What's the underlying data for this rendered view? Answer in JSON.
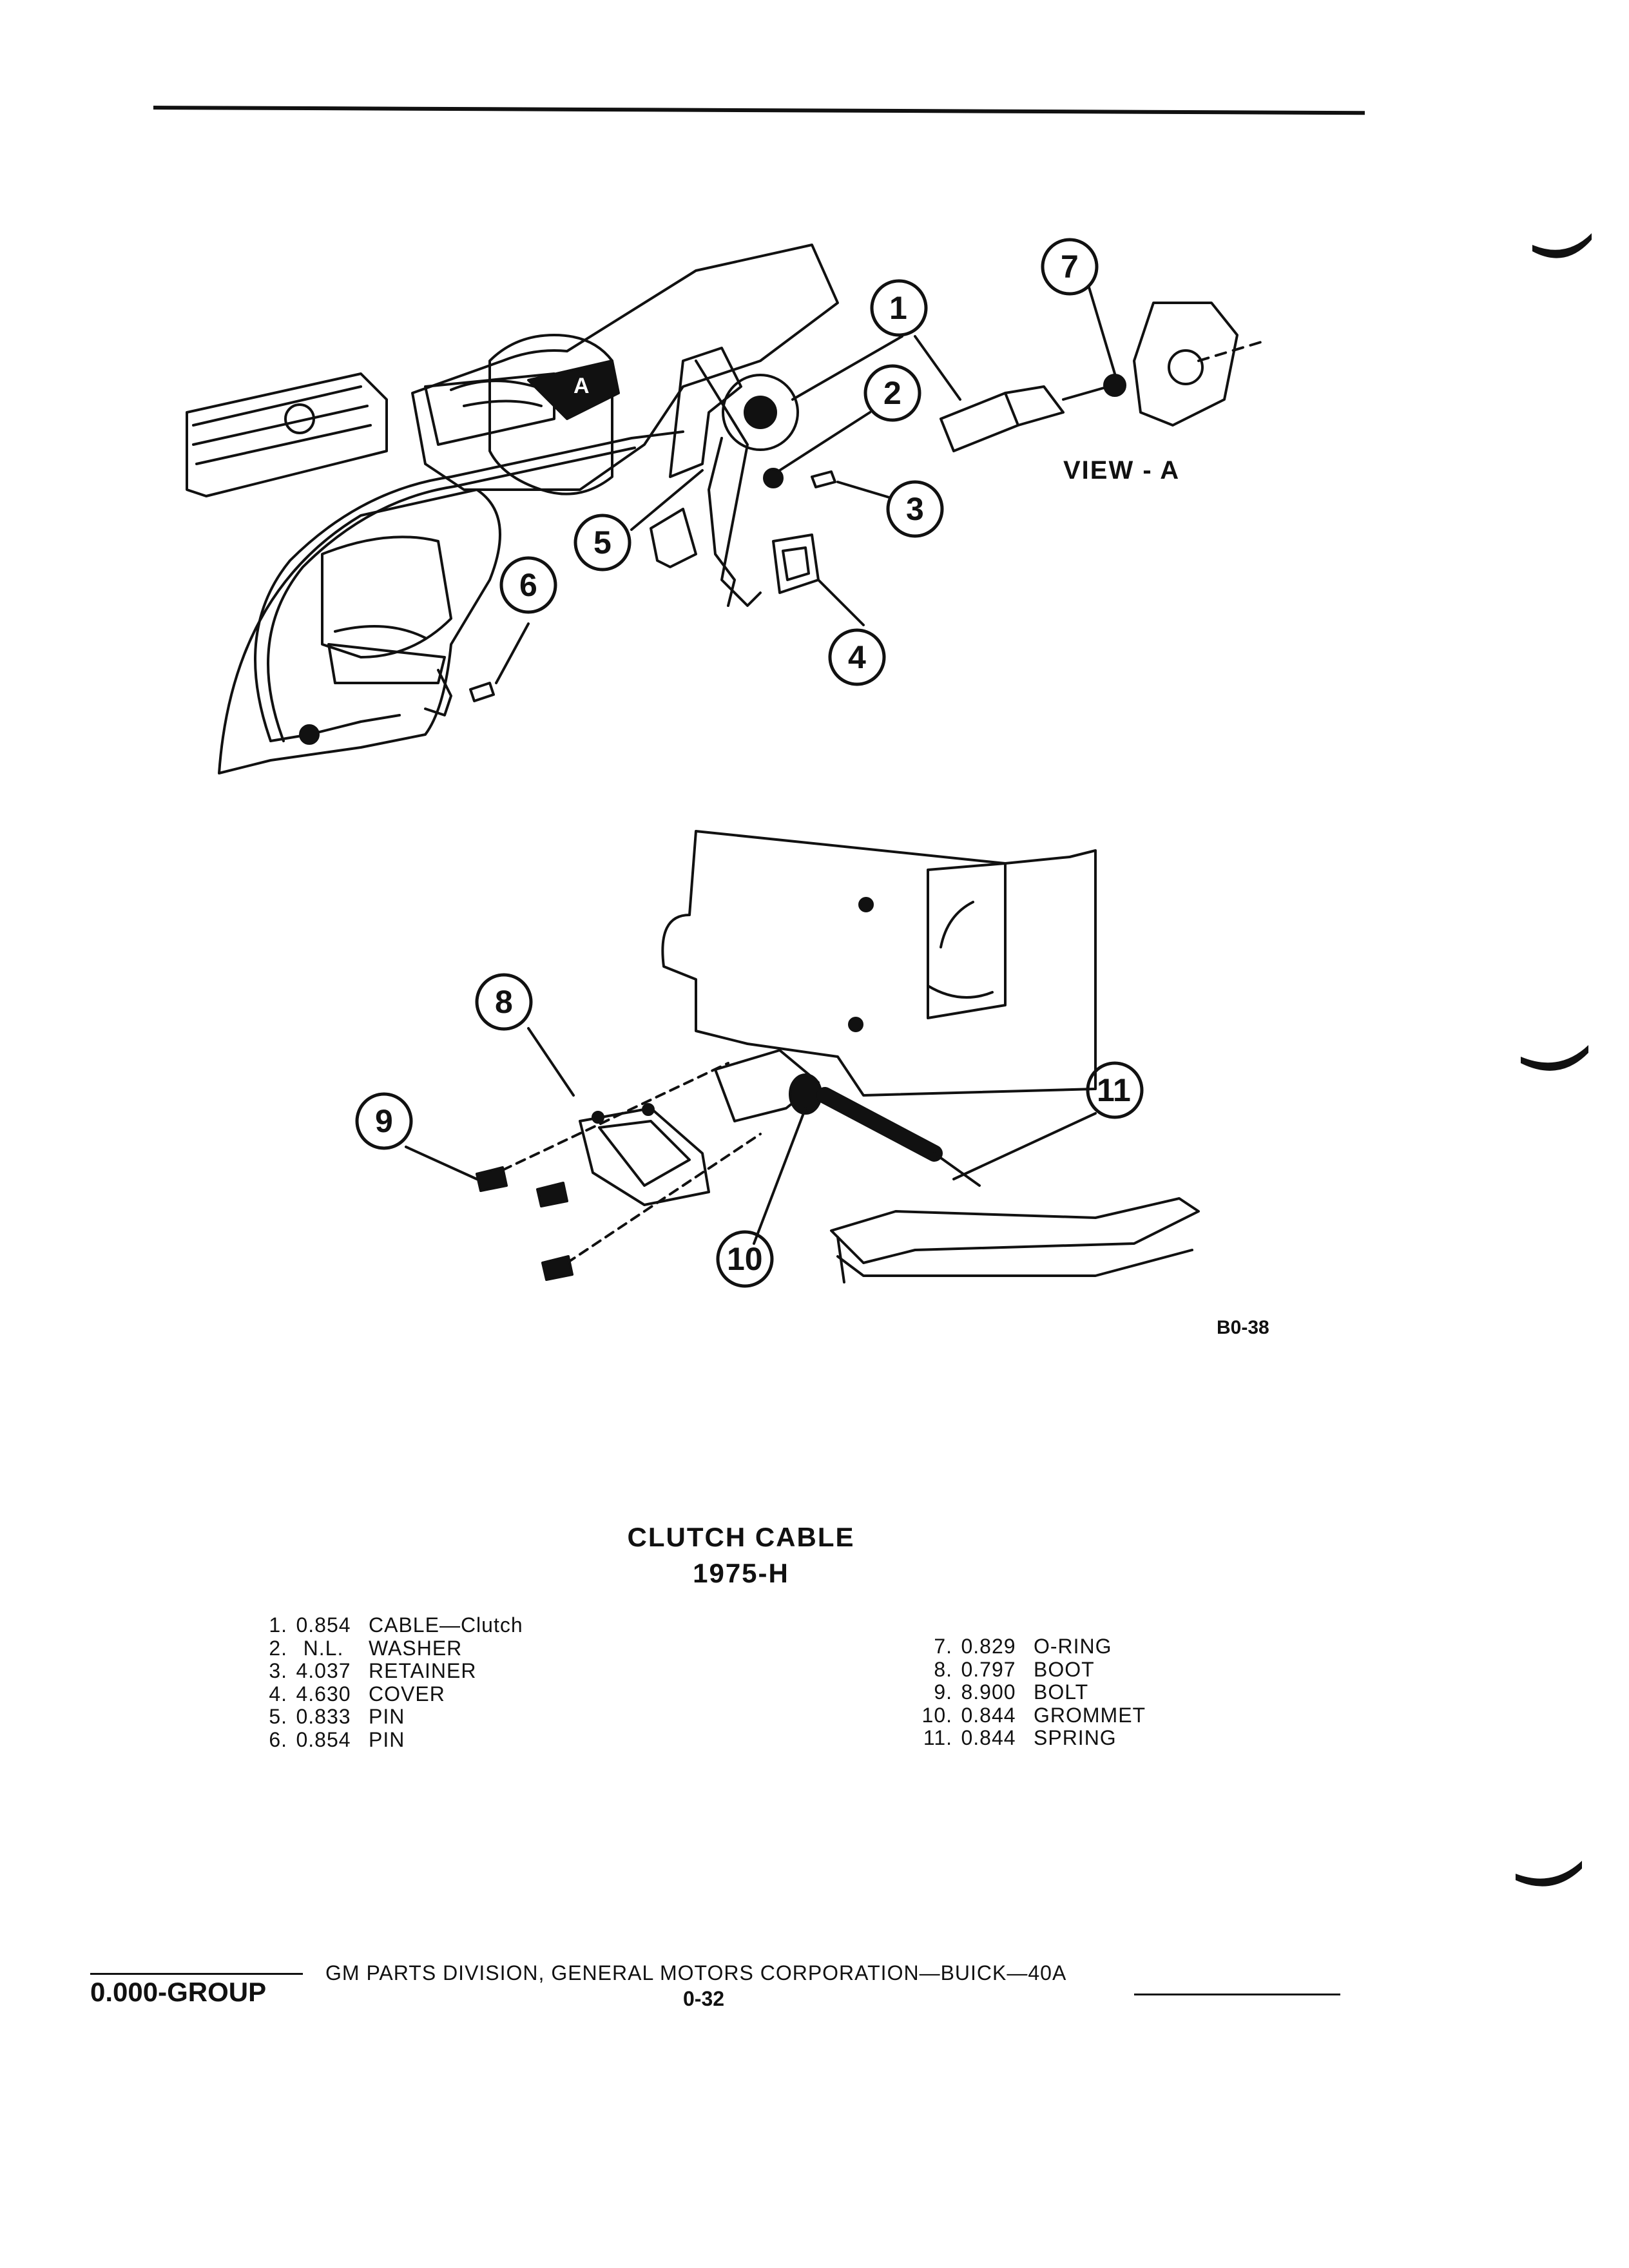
{
  "figure": {
    "view_label": "VIEW - A",
    "figure_code": "B0-38",
    "callouts": [
      "1",
      "2",
      "3",
      "4",
      "5",
      "6",
      "7",
      "8",
      "9",
      "10",
      "11"
    ]
  },
  "title": {
    "line1": "CLUTCH CABLE",
    "line2": "1975-H"
  },
  "parts_left": [
    {
      "num": "1.",
      "part_number": "0.854",
      "description": "CABLE—Clutch"
    },
    {
      "num": "2.",
      "part_number": "N.L.",
      "description": "WASHER"
    },
    {
      "num": "3.",
      "part_number": "4.037",
      "description": "RETAINER"
    },
    {
      "num": "4.",
      "part_number": "4.630",
      "description": "COVER"
    },
    {
      "num": "5.",
      "part_number": "0.833",
      "description": "PIN"
    },
    {
      "num": "6.",
      "part_number": "0.854",
      "description": "PIN"
    }
  ],
  "parts_right": [
    {
      "num": "7.",
      "part_number": "0.829",
      "description": "O-RING"
    },
    {
      "num": "8.",
      "part_number": "0.797",
      "description": "BOOT"
    },
    {
      "num": "9.",
      "part_number": "8.900",
      "description": "BOLT"
    },
    {
      "num": "10.",
      "part_number": "0.844",
      "description": "GROMMET"
    },
    {
      "num": "11.",
      "part_number": "0.844",
      "description": "SPRING"
    }
  ],
  "footer": {
    "group": "0.000-GROUP",
    "corporation": "GM PARTS DIVISION, GENERAL MOTORS CORPORATION—BUICK—40A",
    "page": "0-32"
  }
}
